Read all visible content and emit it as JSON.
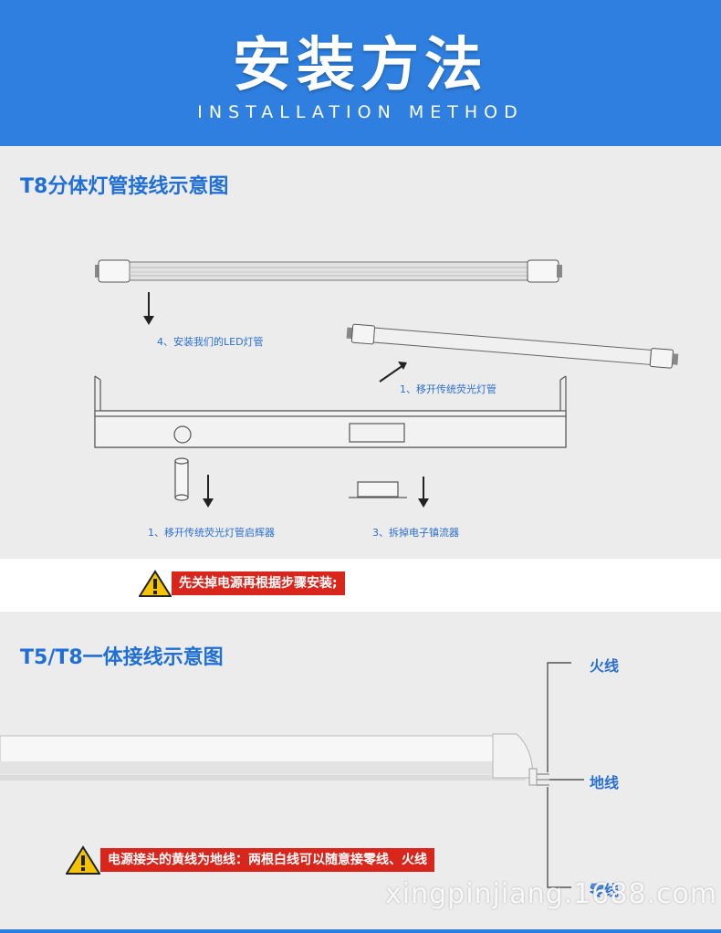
{
  "header": {
    "title": "安装方法",
    "subtitle": "INSTALLATION METHOD"
  },
  "section1": {
    "title": "T8分体灯管接线示意图",
    "steps": {
      "step4": "4、安装我们的LED灯管",
      "step1_tube": "1、移开传统荧光灯管",
      "step1_starter": "1、移开传统荧光灯管启辉器",
      "step3": "3、拆掉电子镇流器"
    }
  },
  "warning1": "先关掉电源再根据步骤安装;",
  "section2": {
    "title": "T5/T8一体接线示意图",
    "wires": {
      "live": "火线",
      "ground": "地线",
      "neutral": "零线"
    }
  },
  "warning2": "电源接头的黄线为地线：两根白线可以随意接零线、火线",
  "watermark": "xingpinjiang.1688.com",
  "colors": {
    "header_blue": "#2e7fe0",
    "title_blue": "#1f6fd6",
    "warning_red": "#d9261c",
    "warning_yellow": "#f5c400"
  }
}
